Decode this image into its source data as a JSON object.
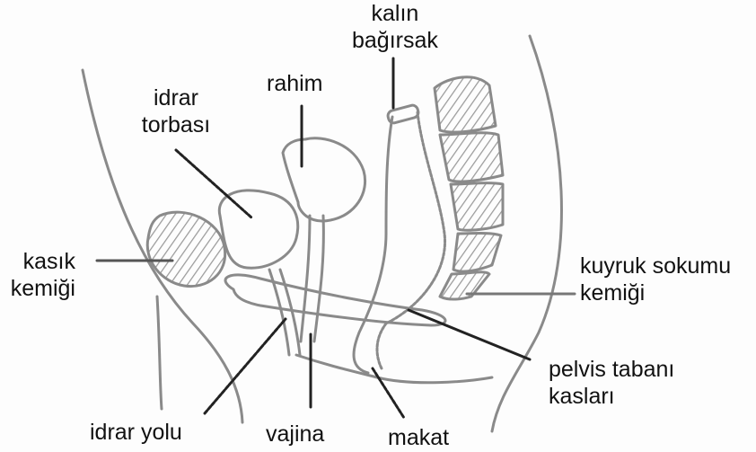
{
  "diagram": {
    "type": "anatomical-illustration",
    "subject": "female pelvic anatomy, side view",
    "labels": {
      "kalin_bagirsak": {
        "line1": "kalın",
        "line2": "bağırsak"
      },
      "rahim": {
        "line1": "rahim"
      },
      "idrar_torbasi": {
        "line1": "idrar",
        "line2": "torbası"
      },
      "kasik_kemigi": {
        "line1": "kasık",
        "line2": "kemiği"
      },
      "kuyruk_sokumu_kemigi": {
        "line1": "kuyruk sokumu",
        "line2": "kemiği"
      },
      "pelvis_tabani_kaslari": {
        "line1": "pelvis tabanı",
        "line2": "kasları"
      },
      "idrar_yolu": {
        "line1": "idrar yolu"
      },
      "vajina": {
        "line1": "vajina"
      },
      "makat": {
        "line1": "makat"
      }
    },
    "colors": {
      "outline": "#8a8a8a",
      "leader": "#222222",
      "hatch": "#9a9a9a",
      "text": "#111111"
    }
  }
}
